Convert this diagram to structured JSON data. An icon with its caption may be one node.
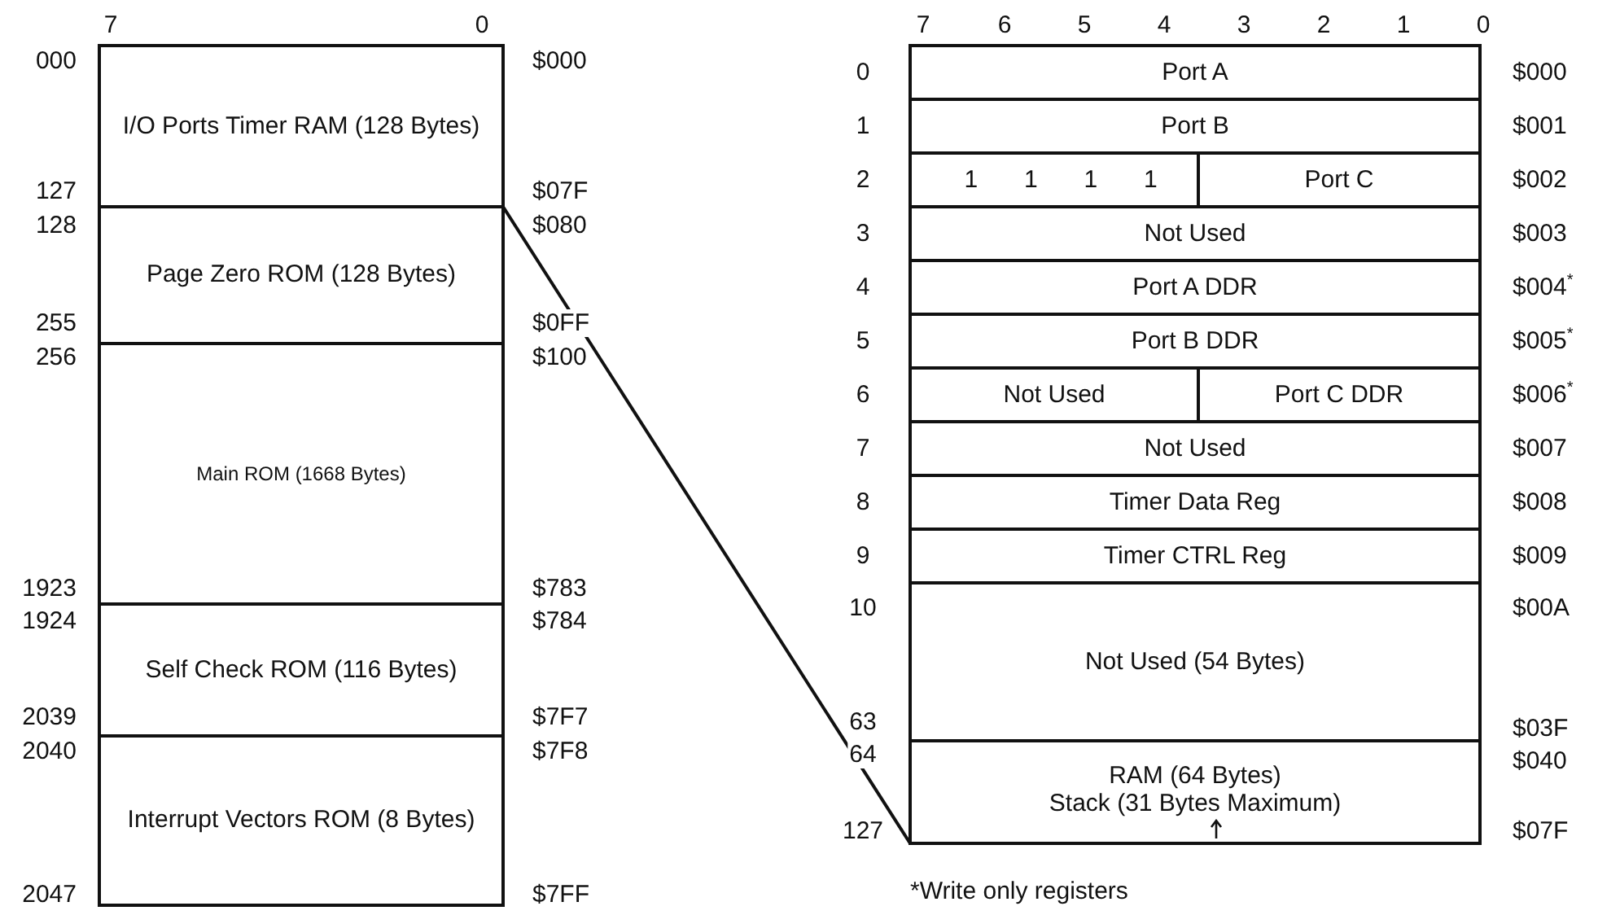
{
  "diagram": {
    "nodes": [
      {
        "text": [
          "I/O Ports Timer RAM (128 Bytes)"
        ]
      },
      {
        "text": [
          "Page Zero ROM (128 Bytes)"
        ]
      },
      {
        "text": [
          "Main ROM (1668 Bytes)"
        ]
      },
      {
        "text": [
          "Self Check ROM (116 Bytes)"
        ]
      },
      {
        "text": [
          "Interrupt Vectors ROM (8 Bytes)"
        ]
      },
      {
        "text": [
          "Port A"
        ]
      },
      {
        "text": [
          "Port B"
        ]
      },
      {
        "text": [
          "1",
          "1",
          "1",
          "1"
        ]
      },
      {
        "text": [
          "Port C"
        ]
      },
      {
        "text": [
          "Not Used"
        ]
      },
      {
        "text": [
          "Port A DDR"
        ]
      },
      {
        "text": [
          "Port B DDR"
        ]
      },
      {
        "text": [
          "Not Used"
        ]
      },
      {
        "text": [
          "Port C DDR"
        ]
      },
      {
        "text": [
          "Not Used"
        ]
      },
      {
        "text": [
          "Timer Data Reg"
        ]
      },
      {
        "text": [
          "Timer CTRL Reg"
        ]
      },
      {
        "text": [
          "Not Used (54 Bytes)"
        ]
      },
      {
        "text": [
          "RAM (64 Bytes)",
          "Stack (31 Bytes Maximum)"
        ]
      }
    ],
    "edges": [
      {
        "from": 0,
        "to": 18,
        "arrow": "none"
      }
    ],
    "labels": [
      "7",
      "0",
      "7",
      "6",
      "5",
      "4",
      "3",
      "2",
      "1",
      "0",
      "000",
      "127",
      "128",
      "255",
      "256",
      "1923",
      "1924",
      "2039",
      "2040",
      "2047",
      "$000",
      "$07F",
      "$080",
      "$0FF",
      "$100",
      "$783",
      "$784",
      "$7F7",
      "$7F8",
      "$7FF",
      "0",
      "1",
      "2",
      "3",
      "4",
      "5",
      "6",
      "7",
      "8",
      "9",
      "10",
      "63",
      "64",
      "127",
      "$000",
      "$001",
      "$002",
      "$003",
      "$004$^{*}$",
      "$005$^{*}$",
      "$006$^{*}$",
      "$007",
      "$008",
      "$009",
      "$00A",
      "$03F",
      "$040",
      "$07F",
      "*Write only registers"
    ]
  }
}
